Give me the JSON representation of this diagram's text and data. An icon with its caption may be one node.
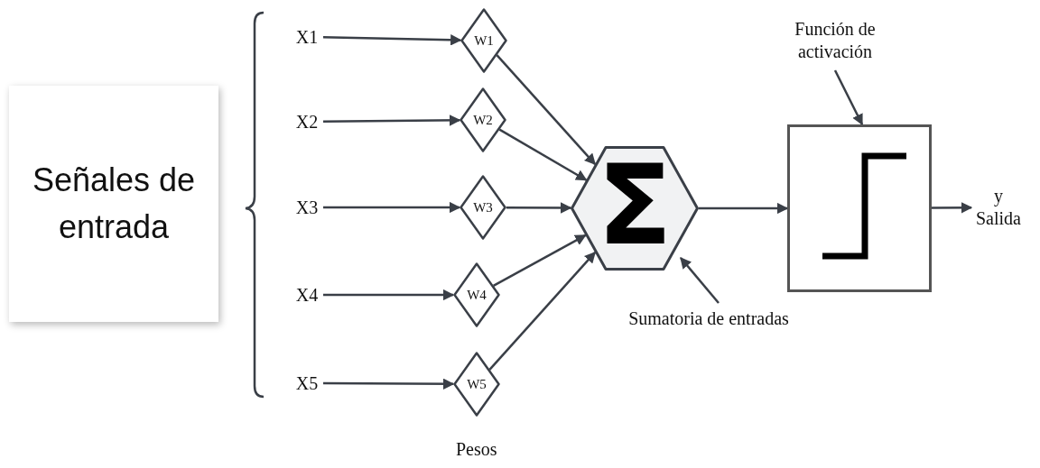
{
  "diagram": {
    "nodes": [
      {
        "text": [
          "Señales de entrada"
        ]
      },
      {
        "text": [
          "X1"
        ]
      },
      {
        "text": [
          "X2"
        ]
      },
      {
        "text": [
          "X3"
        ]
      },
      {
        "text": [
          "X4"
        ]
      },
      {
        "text": [
          "X5"
        ]
      },
      {
        "text": [
          "W1"
        ]
      },
      {
        "text": [
          "W2"
        ]
      },
      {
        "text": [
          "W3"
        ]
      },
      {
        "text": [
          "W4"
        ]
      },
      {
        "text": [
          "W5"
        ]
      },
      {
        "text": [
          "Σ"
        ]
      },
      {
        "text": [],
        "shape": "box"
      },
      {
        "text": [
          "y Salida"
        ]
      },
      {
        "text": [
          "Función de activación"
        ]
      },
      {
        "text": [
          "Sumatoria de entradas"
        ]
      }
    ],
    "edges": [
      {
        "from": 1,
        "to": 6,
        "arrow": "to"
      },
      {
        "from": 2,
        "to": 7,
        "arrow": "to"
      },
      {
        "from": 3,
        "to": 8,
        "arrow": "to"
      },
      {
        "from": 4,
        "to": 9,
        "arrow": "to"
      },
      {
        "from": 5,
        "to": 10,
        "arrow": "to"
      },
      {
        "from": 6,
        "to": 11,
        "arrow": "to"
      },
      {
        "from": 7,
        "to": 11,
        "arrow": "to"
      },
      {
        "from": 8,
        "to": 11,
        "arrow": "to"
      },
      {
        "from": 9,
        "to": 11,
        "arrow": "to"
      },
      {
        "from": 10,
        "to": 11,
        "arrow": "to"
      },
      {
        "from": 11,
        "to": 12,
        "arrow": "to"
      },
      {
        "from": 12,
        "to": 13,
        "arrow": "to"
      },
      {
        "from": 14,
        "to": 12,
        "arrow": "to"
      },
      {
        "from": 15,
        "to": 11,
        "arrow": "to"
      }
    ],
    "labels": [
      "Pesos"
    ]
  }
}
